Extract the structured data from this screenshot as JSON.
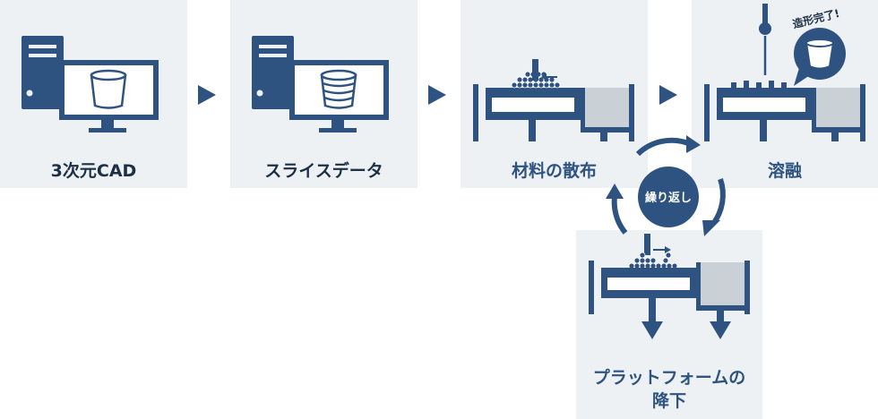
{
  "steps": [
    {
      "label": "3次元CAD"
    },
    {
      "label": "スライスデータ"
    },
    {
      "label": "材料の散布"
    },
    {
      "label": "溶融"
    }
  ],
  "lower_step": {
    "label_line1": "プラットフォームの",
    "label_line2": "降下"
  },
  "cycle": {
    "label": "繰り返し"
  },
  "callout": {
    "label": "造形完了!"
  },
  "colors": {
    "primary": "#2e5381",
    "panel": "#edf1f4",
    "gray": "#c9d0d6",
    "dark_text": "#1c2f44"
  }
}
